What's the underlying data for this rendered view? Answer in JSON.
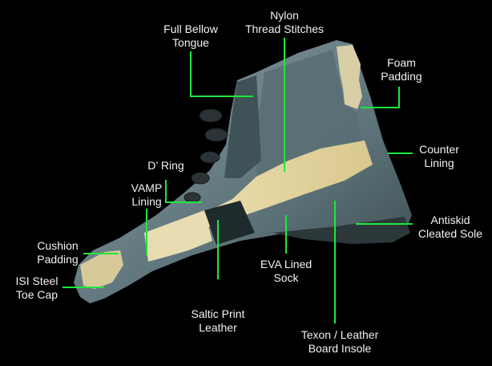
{
  "diagram": {
    "subject": "boot cutaway",
    "leader_color": "#1ee83c",
    "labels": [
      {
        "id": "nylon-thread-stitches",
        "text": "Nylon\nThread Stitches"
      },
      {
        "id": "full-bellow-tongue",
        "text": "Full Bellow\nTongue"
      },
      {
        "id": "foam-padding",
        "text": "Foam\nPadding"
      },
      {
        "id": "counter-lining",
        "text": "Counter\nLining"
      },
      {
        "id": "d-ring",
        "text": "D’ Ring"
      },
      {
        "id": "vamp-lining",
        "text": "VAMP\nLining"
      },
      {
        "id": "antiskid-cleated-sole",
        "text": "Antiskid\nCleated Sole"
      },
      {
        "id": "cushion-padding",
        "text": "Cushion\nPadding"
      },
      {
        "id": "isi-steel-toe-cap",
        "text": "ISI Steel\nToe Cap"
      },
      {
        "id": "eva-lined-sock",
        "text": "EVA Lined\nSock"
      },
      {
        "id": "saltic-print-leather",
        "text": "Saltic Print\nLeather"
      },
      {
        "id": "texon-leather-board-insole",
        "text": "Texon / Leather\nBoard Insole"
      }
    ]
  }
}
